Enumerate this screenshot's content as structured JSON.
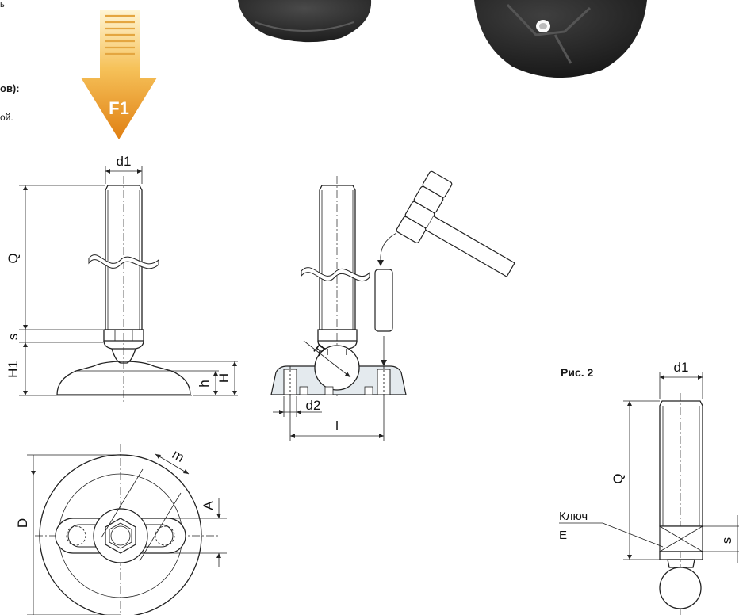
{
  "text": {
    "fragment_top": "ь",
    "fragment_heading": "ов):",
    "fragment_note": "ой.",
    "figure2_caption": "Рис. 2"
  },
  "arrow": {
    "label": "F1"
  },
  "fig1": {
    "d1": "d1",
    "Q": "Q",
    "s": "s",
    "H1": "H1",
    "h": "h",
    "H": "H"
  },
  "fig_middle": {
    "R": "R",
    "d2": "d2",
    "l": "l"
  },
  "fig_plan": {
    "D": "D",
    "m": "m",
    "A": "A"
  },
  "fig2": {
    "d1": "d1",
    "Q": "Q",
    "s": "s",
    "key_label": "Ключ",
    "key_size": "E"
  },
  "colors": {
    "arrow_top": "#fff3c4",
    "arrow_bottom": "#e8891a",
    "base_fill": "#e4eaee",
    "photo_dark": "#2b2b2b"
  }
}
